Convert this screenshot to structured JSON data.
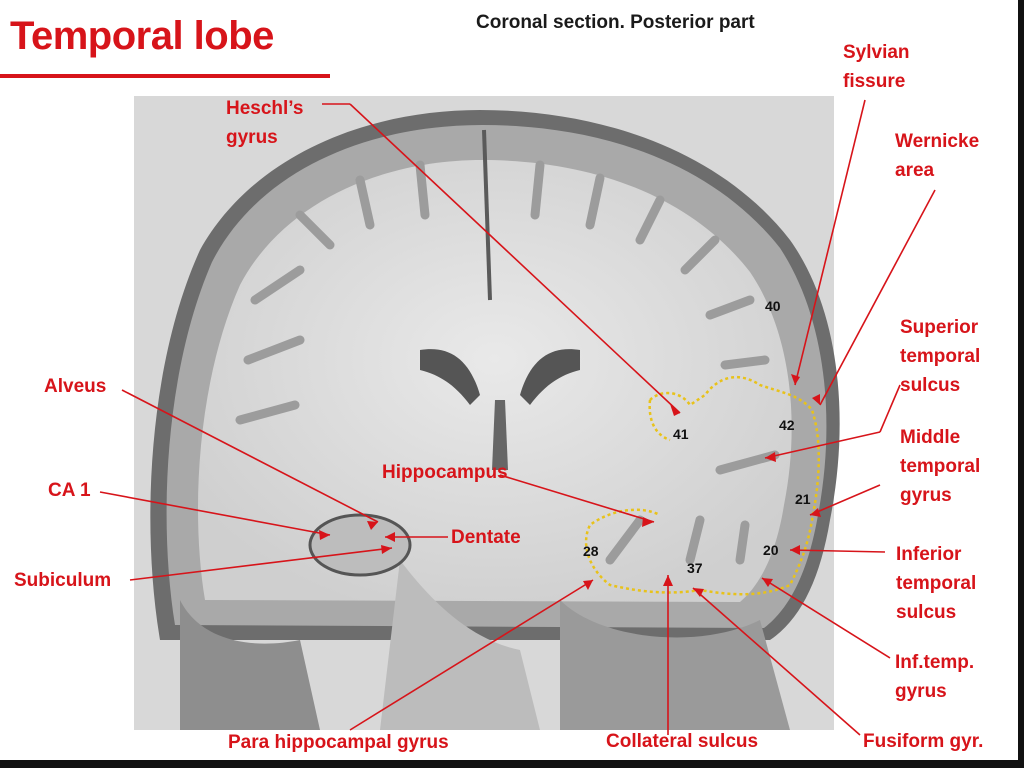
{
  "header": {
    "title": "Temporal lobe",
    "subtitle": "Coronal section. Posterior part"
  },
  "labels": {
    "heschls_gyrus": [
      "Heschl’s",
      "gyrus"
    ],
    "sylvian_fissure": [
      "Sylvian",
      "fissure"
    ],
    "wernicke_area": [
      "Wernicke",
      "area"
    ],
    "superior_temporal_sulcus": [
      "Superior",
      "temporal",
      "sulcus"
    ],
    "middle_temporal_gyrus": [
      "Middle",
      "temporal",
      "gyrus"
    ],
    "inferior_temporal_sulcus": [
      "Inferior",
      "temporal",
      "sulcus"
    ],
    "inf_temp_gyrus": [
      "Inf.temp.",
      "gyrus"
    ],
    "alveus": "Alveus",
    "ca1": "CA 1",
    "subiculum": "Subiculum",
    "hippocampus": "Hippocampus",
    "dentate": "Dentate",
    "para_hippocampal_gyrus": "Para hippocampal gyrus",
    "collateral_sulcus": "Collateral sulcus",
    "fusiform_gyr": "Fusiform gyr."
  },
  "brodmann_areas": {
    "a40": "40",
    "a41": "41",
    "a42": "42",
    "a21": "21",
    "a20": "20",
    "a28": "28",
    "a37": "37"
  },
  "colors": {
    "label_red": "#d7141a",
    "outline_yellow": "#e8c21a",
    "tissue_gray": "#b9b9b9"
  }
}
